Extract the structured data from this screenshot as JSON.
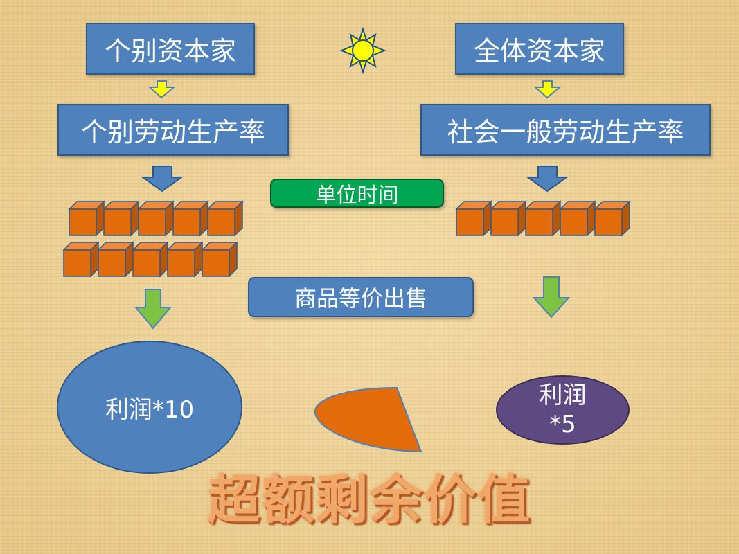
{
  "boxes": {
    "individual_capitalist": "个别资本家",
    "all_capitalists": "全体资本家",
    "individual_productivity": "个别劳动生产率",
    "social_productivity": "社会一般劳动生产率",
    "unit_time": "单位时间",
    "equal_price_sale": "商品等价出售"
  },
  "profits": {
    "individual": "利润*10",
    "social_line1": "利润",
    "social_line2": "*5"
  },
  "banner": "超额剩余价值",
  "commodities": {
    "left_count": 10,
    "right_count": 5
  },
  "colors": {
    "box_blue": "#4f81bd",
    "unit_time_green": "#00a651",
    "commodity_orange": "#e36c0a",
    "profit_small_purple": "#5e4a83",
    "arrow_yellow": "#ffff00",
    "arrow_green": "#7ec242"
  },
  "icons": [
    "sun-icon",
    "pie-slice-shape"
  ]
}
